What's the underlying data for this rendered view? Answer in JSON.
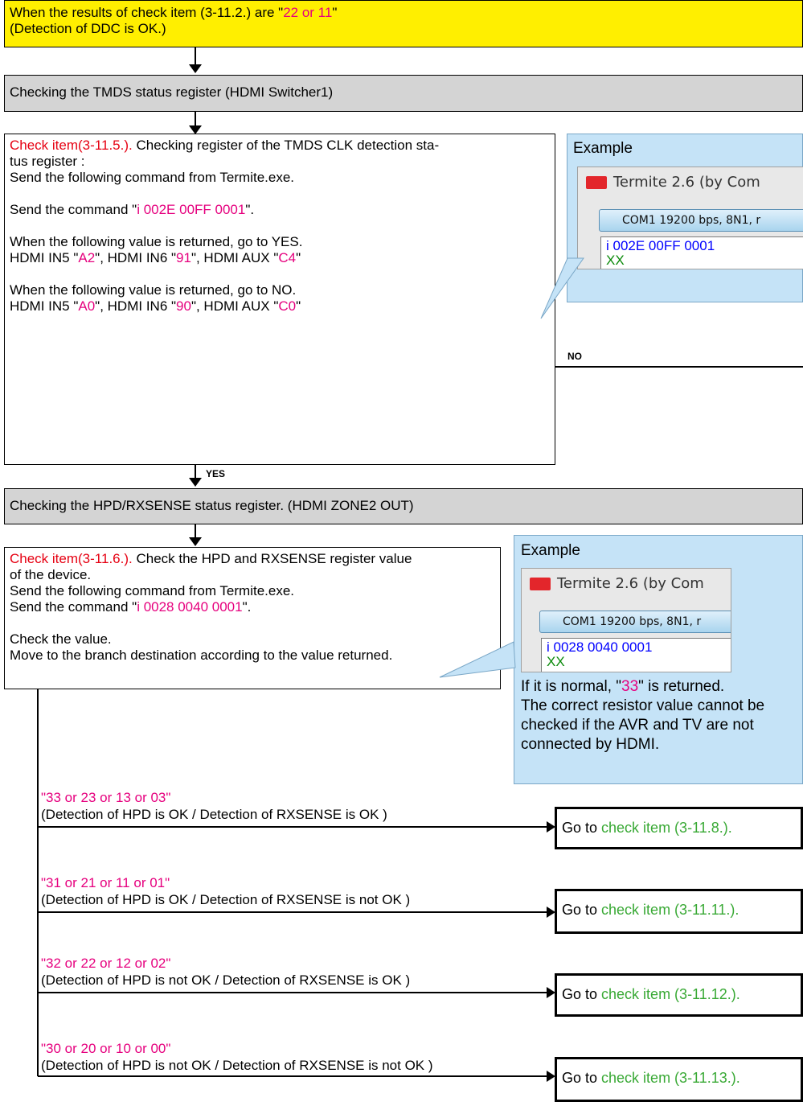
{
  "header_box": {
    "line1_prefix": "When the results of check item (3-11.2.) are \"",
    "line1_value": "22 or 11",
    "line1_suffix": "\"",
    "line2": "(Detection of DDC is OK.)"
  },
  "tmds_heading": "Checking the TMDS status register  (HDMI Switcher1)",
  "tmds_box": {
    "item_ref": "Check item(3-11.5.).",
    "line1_rest": " Checking register of the TMDS CLK detection sta-",
    "line2": "tus register :",
    "line3": "Send the following command from Termite.exe.",
    "cmd_prefix": "Send the command \"",
    "cmd": "i 002E 00FF 0001",
    "cmd_suffix": "\".",
    "yes_line": "When the following value is returned, go to YES.",
    "yes_in5_label": "HDMI IN5 \"",
    "yes_in5": "A2",
    "yes_in6_label": "\", HDMI IN6 \"",
    "yes_in6": "91",
    "yes_aux_label": "\", HDMI AUX \"",
    "yes_aux": "C4",
    "yes_end": "\"",
    "no_line": "When the following value is returned, go to NO.",
    "no_in5_label": "HDMI IN5 \"",
    "no_in5": "A0",
    "no_in6_label": "\", HDMI IN6 \"",
    "no_in6": "90",
    "no_aux_label": "\", HDMI AUX \"",
    "no_aux": "C0",
    "no_end": "\""
  },
  "example1": {
    "label": "Example",
    "window_title": "Termite 2.6 (by Com",
    "com_bar": "COM1 19200 bps, 8N1, r",
    "output_cmd": "i 002E 00FF 0001",
    "output_resp": "XX"
  },
  "no_label": "NO",
  "yes_label": "YES",
  "hpd_heading": "Checking the HPD/RXSENSE status register.  (HDMI ZONE2 OUT)",
  "hpd_box": {
    "item_ref": "Check item(3-11.6.).",
    "line1_rest": " Check the HPD and RXSENSE register value",
    "line2": "of the device.",
    "line3": "Send the following command from Termite.exe.",
    "cmd_prefix": "Send the command \"",
    "cmd": "i 0028 0040 0001",
    "cmd_suffix": "\".",
    "check_line": "Check the value.",
    "move_line": "Move to the branch destination according to the value returned."
  },
  "example2": {
    "label": "Example",
    "window_title": "Termite 2.6 (by Com",
    "com_bar": "COM1 19200 bps, 8N1, r",
    "output_cmd": "i 0028 0040 0001",
    "output_resp": "XX",
    "note_prefix": "If it is normal, \"",
    "note_value": "33",
    "note_suffix": "\" is returned.",
    "note_line2": "The correct resistor value cannot be",
    "note_line3": "checked if the AVR and TV are not",
    "note_line4": "connected by HDMI."
  },
  "branches": [
    {
      "values": "33 or 23 or 13 or 03",
      "desc": "(Detection of HPD is OK / Detection of RXSENSE is OK )",
      "goto_prefix": "Go to ",
      "goto_item": "check item (3-11.8.)."
    },
    {
      "values": "31 or 21 or 11 or 01",
      "desc": "(Detection of HPD is OK / Detection of RXSENSE is not OK )",
      "goto_prefix": "Go to ",
      "goto_item": "check item (3-11.11.)."
    },
    {
      "values": "32 or 22 or 12 or 02",
      "desc": "(Detection of HPD is not OK / Detection of RXSENSE is OK )",
      "goto_prefix": "Go to ",
      "goto_item": "check item (3-11.12.)."
    },
    {
      "values": "30 or 20 or 10 or 00",
      "desc": "(Detection of HPD is not OK / Detection of RXSENSE is not OK )",
      "goto_prefix": "Go to ",
      "goto_item": "check item (3-11.13.)."
    }
  ],
  "quote": "\""
}
